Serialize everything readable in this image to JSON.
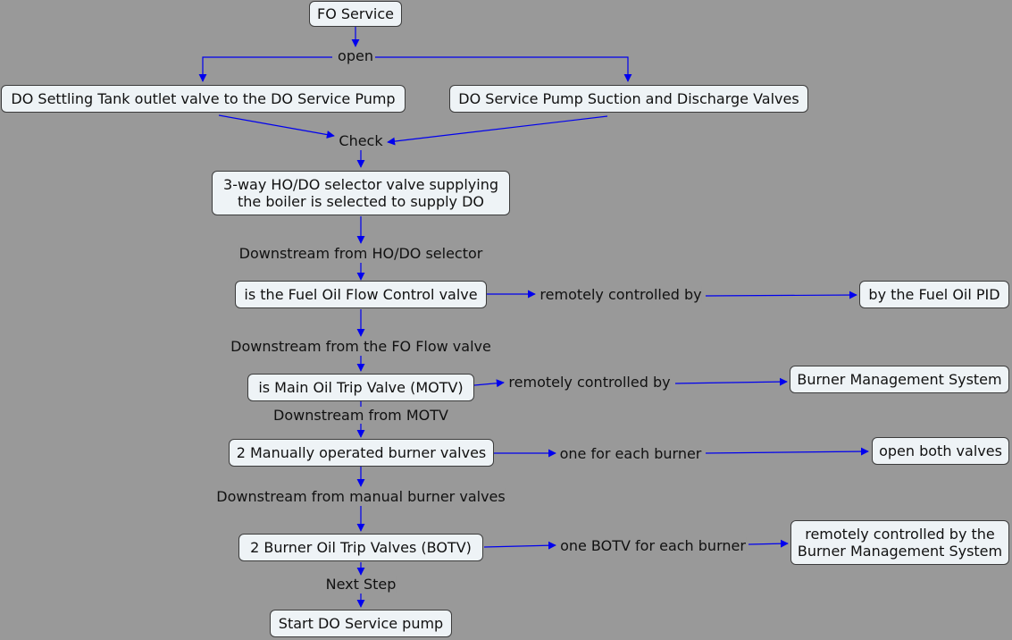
{
  "nodes": {
    "fo_service": "FO Service",
    "do_settling": "DO Settling Tank outlet valve to the DO Service Pump",
    "do_pump_valves": "DO Service Pump Suction and Discharge Valves",
    "selector": "3-way HO/DO selector valve supplying\nthe boiler is selected to supply DO",
    "flow_control": "is the Fuel Oil Flow Control valve",
    "fo_pid": "by the Fuel Oil PID",
    "motv": "is Main Oil Trip Valve (MOTV)",
    "bms": "Burner Management System",
    "manual_valves": "2 Manually operated burner valves",
    "open_both": "open both valves",
    "botv": "2 Burner Oil Trip Valves (BOTV)",
    "botv_bms": "remotely controlled by the\nBurner Management System",
    "start_pump": "Start DO Service pump"
  },
  "links": {
    "open": "open",
    "check": "Check",
    "downstream_selector": "Downstream from HO/DO selector",
    "remote1": "remotely controlled by",
    "downstream_fo_flow": "Downstream from the FO Flow valve",
    "remote2": "remotely controlled by",
    "downstream_motv": "Downstream from MOTV",
    "one_each": "one for each burner",
    "downstream_manual": "Downstream from manual burner valves",
    "botv_each": "one BOTV for each burner",
    "next_step": "Next Step"
  },
  "colors": {
    "background": "#999999",
    "node_fill": "#eef3f6",
    "arrow": "#0000ee"
  }
}
